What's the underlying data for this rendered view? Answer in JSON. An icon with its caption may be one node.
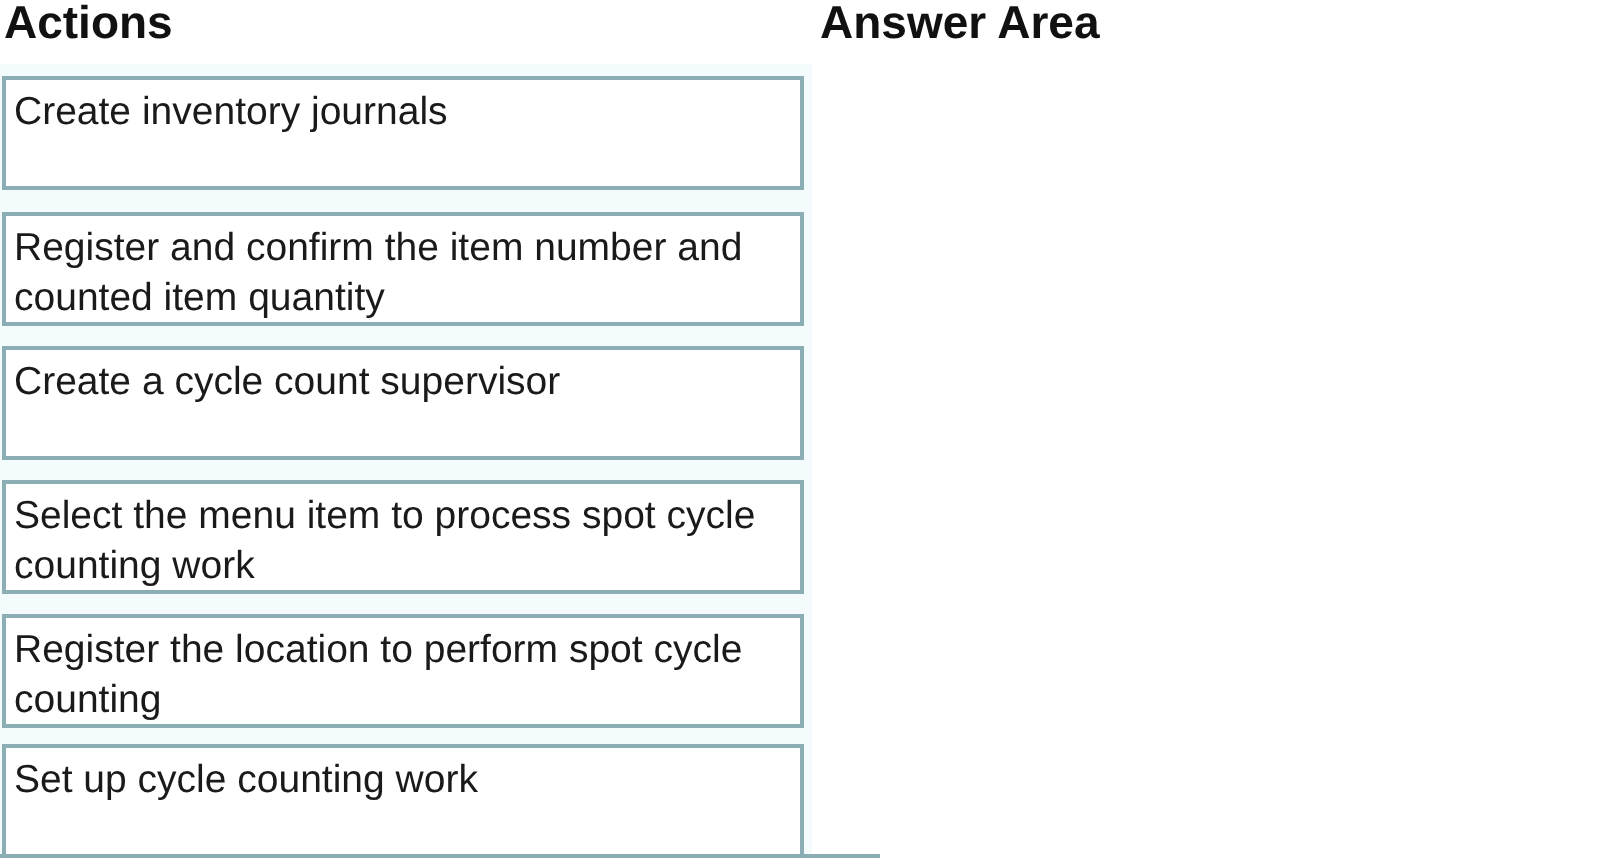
{
  "diagram": {
    "nodes": [
      {
        "text": [
          "Create inventory journals"
        ]
      },
      {
        "text": [
          "Register and confirm the item number and counted item quantity"
        ]
      },
      {
        "text": [
          "Create a cycle count supervisor"
        ]
      },
      {
        "text": [
          "Select the menu item to process spot cycle counting work"
        ]
      },
      {
        "text": [
          "Register the location to perform spot cycle counting"
        ]
      },
      {
        "text": [
          "Set up cycle counting work"
        ]
      }
    ],
    "labels": [
      "Actions",
      "Answer Area"
    ]
  }
}
